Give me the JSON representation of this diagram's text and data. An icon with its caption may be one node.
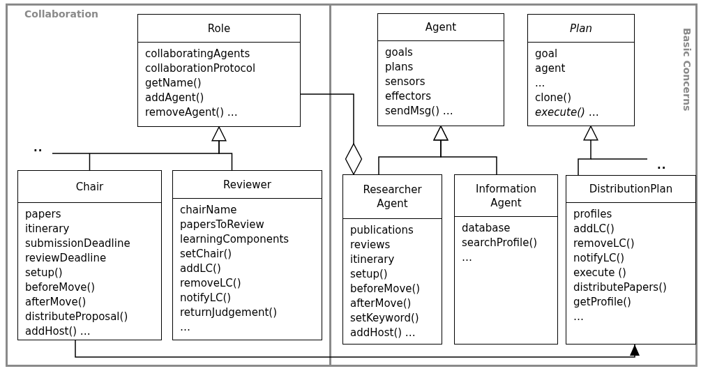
{
  "diagram": {
    "nodes": [
      {
        "text": [
          "Collaboration"
        ]
      },
      {
        "text": [
          "Role",
          "collaboratingAgents",
          "collaborationProtocol",
          "getName()",
          "addAgent()",
          "removeAgent() …"
        ],
        "in": 0
      },
      {
        "text": [
          "Chair",
          "papers",
          "itinerary",
          "submissionDeadline",
          "reviewDeadline",
          "setup()",
          "beforeMove()",
          "afterMove()",
          "distributeProposal()",
          "addHost() …"
        ],
        "in": 0
      },
      {
        "text": [
          "Reviewer",
          "chairName",
          "papersToReview",
          "learningComponents",
          "setChair()",
          "addLC()",
          "removeLC()",
          "notifyLC()",
          "returnJudgement()",
          "…"
        ],
        "in": 0
      },
      {
        "text": [
          "Basic Concerns"
        ]
      },
      {
        "text": [
          "Agent",
          "goals",
          "plans",
          "sensors",
          "effectors",
          "sendMsg() …"
        ],
        "in": 4
      },
      {
        "text": [
          "*Plan*",
          "goal",
          "agent",
          "...",
          "clone()",
          "*execute()* …"
        ],
        "in": 4
      },
      {
        "text": [
          "Researcher Agent",
          "publications",
          "reviews",
          "itinerary",
          "setup()",
          "beforeMove()",
          "afterMove()",
          "setKeyword()",
          "addHost() …"
        ],
        "in": 4
      },
      {
        "text": [
          "Information Agent",
          "database",
          "searchProfile()",
          "…"
        ],
        "in": 4
      },
      {
        "text": [
          "DistributionPlan",
          "profiles",
          "addLC()",
          "removeLC()",
          "notifyLC()",
          "execute ()",
          "distributePapers()",
          "getProfile()",
          "…"
        ],
        "in": 4
      }
    ],
    "edges": [
      {
        "from": 2,
        "to": 1,
        "arrow": "to"
      },
      {
        "from": 3,
        "to": 1,
        "arrow": "to"
      },
      {
        "from": 1,
        "to": 7,
        "arrow": "other"
      },
      {
        "from": 7,
        "to": 5,
        "arrow": "to"
      },
      {
        "from": 8,
        "to": 5,
        "arrow": "to"
      },
      {
        "from": 9,
        "to": 6,
        "arrow": "to"
      },
      {
        "from": 2,
        "to": 9,
        "arrow": "to"
      }
    ],
    "labels": [
      "..",
      ".."
    ]
  }
}
